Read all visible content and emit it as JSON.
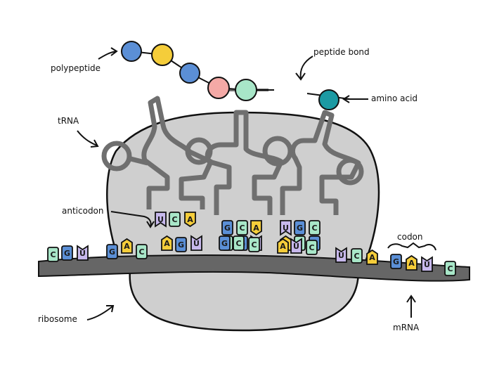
{
  "labels": {
    "polypeptide": "polypeptide",
    "peptide_bond": "peptide bond",
    "amino_acid": "amino acid",
    "trna": "tRNA",
    "anticodon": "anticodon",
    "codon": "codon",
    "ribosome": "ribosome",
    "mrna": "mRNA"
  },
  "colors": {
    "C": "#a8e6c8",
    "G": "#5b8fd6",
    "U": "#c7b8ec",
    "A": "#f5cd3a",
    "ribosome": "#cfcfcf",
    "mrna": "#666666",
    "trna": "#6f6f6f",
    "amino_acid": "#1c9aa3",
    "polypeptide": [
      "#5b8fd6",
      "#f5cd3a",
      "#5b8fd6",
      "#f4a9a6",
      "#a8e6c8"
    ]
  },
  "mrna_bases": [
    "C",
    "G",
    "U",
    "G",
    "A",
    "C",
    "A",
    "G",
    "U",
    "G",
    "C",
    "C",
    "A",
    "U",
    "C",
    "U",
    "C",
    "A",
    "G",
    "A",
    "U",
    "C"
  ],
  "anticodons": [
    {
      "top": [
        "U",
        "C",
        "A"
      ],
      "bottom": []
    },
    {
      "top": [
        "G",
        "C",
        "A"
      ],
      "bottom": [
        "C",
        "G",
        "U"
      ]
    },
    {
      "top": [
        "U",
        "G",
        "C"
      ],
      "bottom": [
        "A",
        "C",
        "G"
      ]
    }
  ]
}
